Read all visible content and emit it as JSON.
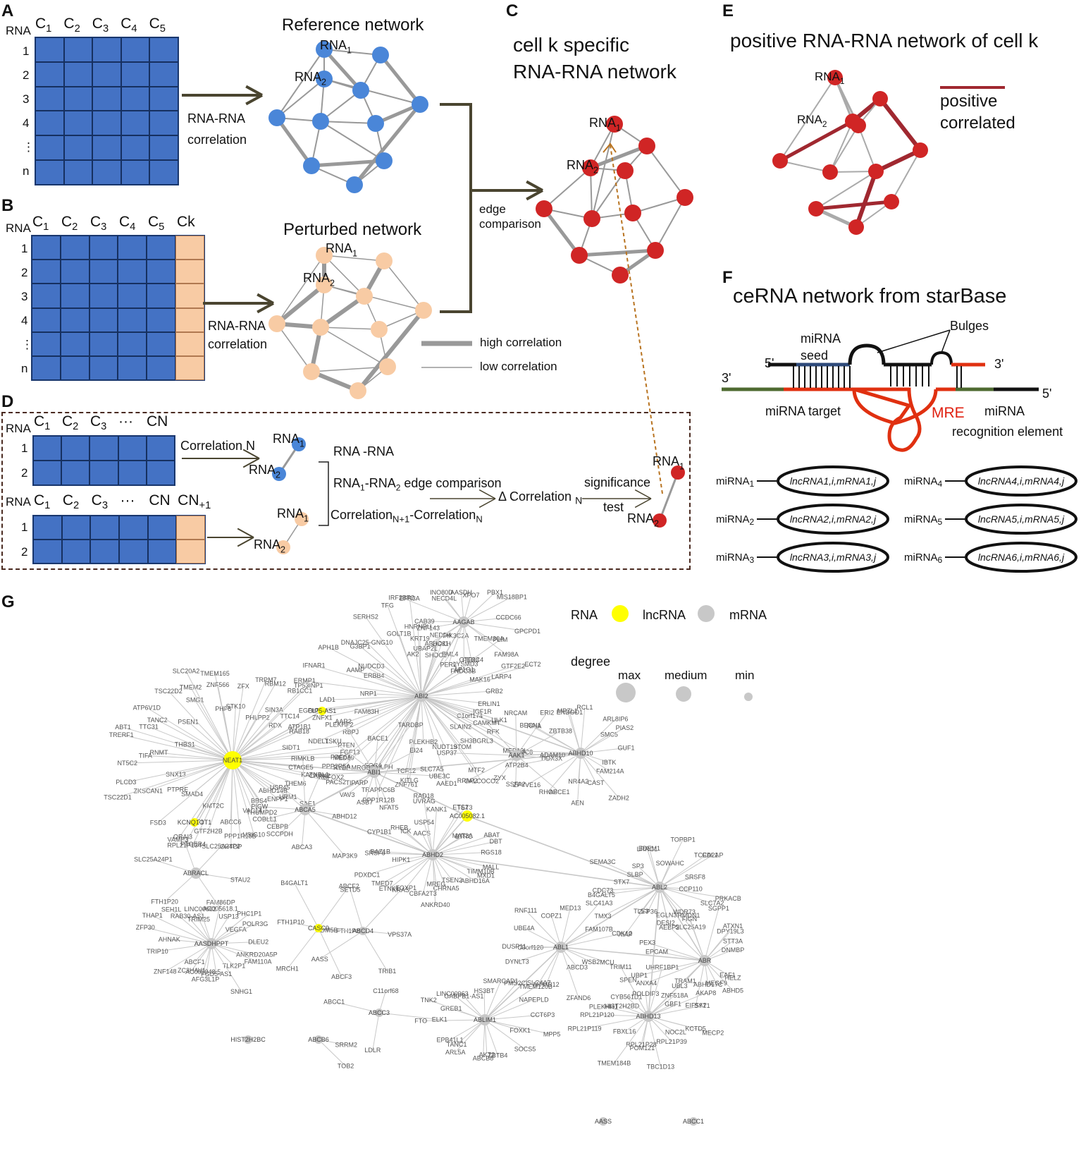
{
  "panels": {
    "A": {
      "label": "A",
      "row_header": "RNA",
      "cols": [
        "C1",
        "C2",
        "C3",
        "C4",
        "C5"
      ],
      "rows": [
        "1",
        "2",
        "3",
        "4",
        "⋮",
        "n"
      ],
      "arrow_label_1": "RNA-RNA",
      "arrow_label_2": "correlation",
      "network_title": "Reference network",
      "node1": "RNA1",
      "node2": "RNA2"
    },
    "B": {
      "label": "B",
      "row_header": "RNA",
      "cols": [
        "C1",
        "C2",
        "C3",
        "C4",
        "C5",
        "Ck"
      ],
      "rows": [
        "1",
        "2",
        "3",
        "4",
        "⋮",
        "n"
      ],
      "arrow_label_1": "RNA-RNA",
      "arrow_label_2": "correlation",
      "network_title": "Perturbed network",
      "node1": "RNA1",
      "node2": "RNA2",
      "legend_high": "high correlation",
      "legend_low": "low correlation"
    },
    "C": {
      "label": "C",
      "title_line1": "cell k specific",
      "title_line2": "RNA-RNA network",
      "edge_label_1": "edge",
      "edge_label_2": "comparison",
      "node1": "RNA1",
      "node2": "RNA2"
    },
    "D": {
      "label": "D",
      "row_header": "RNA",
      "cols_top": [
        "C1",
        "C2",
        "C3",
        "···",
        "CN"
      ],
      "cols_bottom": [
        "C1",
        "C2",
        "C3",
        "···",
        "CN",
        "CN+1"
      ],
      "rows": [
        "1",
        "2"
      ],
      "correlation_n": "Correlation N",
      "rna_rna": "RNA -RNA",
      "edge_comparison": "RNA1-RNA2 edge comparison",
      "corr_diff": "CorrelationN+1-CorrelationN",
      "delta": "Δ Correlation N",
      "significance": "significance",
      "test": "test",
      "node1": "RNA1",
      "node2": "RNA2"
    },
    "E": {
      "label": "E",
      "title": "positive RNA-RNA network of cell k",
      "legend_1": "positive",
      "legend_2": "correlated",
      "node1": "RNA1",
      "node2": "RNA2"
    },
    "F": {
      "label": "F",
      "title": "ceRNA network from starBase",
      "mirna": "miRNA",
      "seed": "seed",
      "bulges": "Bulges",
      "five_prime": "5'",
      "three_prime": "3'",
      "mirna_target": "miRNA target",
      "mre": "MRE",
      "mirna_recognition_1": "miRNA",
      "mirna_recognition_2": "recognition element",
      "pairs": [
        {
          "mirna": "miRNA1",
          "pair": "lncRNA1,i,mRNA1,j"
        },
        {
          "mirna": "miRNA2",
          "pair": "lncRNA2,i,mRNA2,j"
        },
        {
          "mirna": "miRNA3",
          "pair": "lncRNA3,i,mRNA3,j"
        },
        {
          "mirna": "miRNA4",
          "pair": "lncRNA4,i,mRNA4,j"
        },
        {
          "mirna": "miRNA5",
          "pair": "lncRNA5,i,mRNA5,j"
        },
        {
          "mirna": "miRNA6",
          "pair": "lncRNA6,i,mRNA6,j"
        }
      ]
    },
    "G": {
      "label": "G",
      "legend_rna": "RNA",
      "legend_lncrna": "lncRNA",
      "legend_mrna": "mRNA",
      "legend_degree": "degree",
      "legend_max": "max",
      "legend_medium": "medium",
      "legend_min": "min",
      "colors": {
        "lncrna": "#ffff00",
        "mrna": "#c8c8c8",
        "edge": "#c8c8c8"
      },
      "hubs": [
        {
          "name": "NEAT1",
          "type": "lncrna"
        },
        {
          "name": "ABI2",
          "type": "mrna"
        },
        {
          "name": "AAGAB",
          "type": "mrna"
        },
        {
          "name": "ABI1",
          "type": "mrna"
        },
        {
          "name": "ABCA5",
          "type": "mrna"
        },
        {
          "name": "AAK1",
          "type": "mrna"
        },
        {
          "name": "ABHD10",
          "type": "mrna"
        },
        {
          "name": "ABHD2",
          "type": "mrna"
        },
        {
          "name": "AC005082.1",
          "type": "lncrna"
        },
        {
          "name": "ABL2",
          "type": "mrna"
        },
        {
          "name": "ABR",
          "type": "mrna"
        },
        {
          "name": "ABL1",
          "type": "mrna"
        },
        {
          "name": "ABHD13",
          "type": "mrna"
        },
        {
          "name": "ABLIM1",
          "type": "mrna"
        },
        {
          "name": "AASDHPPT",
          "type": "mrna"
        },
        {
          "name": "ABRACL",
          "type": "mrna"
        },
        {
          "name": "OIP5-AS1",
          "type": "lncrna"
        },
        {
          "name": "KCNQ1OT1",
          "type": "lncrna"
        },
        {
          "name": "CASC9",
          "type": "lncrna"
        },
        {
          "name": "ABCD4",
          "type": "mrna"
        },
        {
          "name": "ABCC3",
          "type": "mrna"
        },
        {
          "name": "ABCB6",
          "type": "mrna"
        },
        {
          "name": "HIST2H2BC",
          "type": "mrna"
        },
        {
          "name": "AASS",
          "type": "mrna"
        },
        {
          "name": "ABCC1",
          "type": "mrna"
        }
      ],
      "labels": [
        "PACS2",
        "RBFOX2",
        "THEM6",
        "SAE1",
        "ABHD14B",
        "ENPP1",
        "URM1",
        "CEBPB",
        "BBS4",
        "THUMPD2",
        "VSIG10",
        "VAC14",
        "PPP1R15B",
        "ABCC6",
        "CHTOP",
        "GTF2H2B",
        "RPL21P134",
        "KMT2C",
        "PTGER4",
        "NF1",
        "VAMP3",
        "SMAD4",
        "PTPRE",
        "FSD3",
        "ZKSCAN1",
        "SNX13",
        "TSC22D1",
        "PLCD3",
        "TIFA",
        "RNMT",
        "NT5C2",
        "ABT1",
        "THBS1",
        "TRERF1",
        "TANC2",
        "TTC31",
        "PSEN1",
        "ATP6V1D",
        "TSC22D2",
        "SMG1",
        "TMEM2",
        "SLC20A2",
        "TMEM165",
        "ZNF566",
        "PHF8",
        "ZFX",
        "STK10",
        "TRPM7",
        "PHLPP2",
        "RBM12",
        "SIN3A",
        "RDX",
        "TP53INP1",
        "RB1CC1",
        "TTC14",
        "ATP1B1",
        "RAB18",
        "PTEN",
        "SIDT1",
        "FGF13",
        "CTAGE5",
        "PDE6A",
        "IGF1R",
        "C1orf174",
        "ULK1",
        "EMC8",
        "SH3BGRL3",
        "RFK",
        "STOM",
        "SLAIN2",
        "CALCOCO2",
        "MTF2",
        "NUDT19",
        "AAED1",
        "PLEKHB2",
        "ZNF761",
        "TCF12",
        "TRAPPC6B",
        "KITLG",
        "SOC4",
        "MLPH",
        "MRGBP",
        "MED19",
        "RYBP",
        "RBPJ",
        "NDEL1",
        "PLEKHF2",
        "EGFL7",
        "FAM83H",
        "ZNFX1",
        "LAD1",
        "ERMP1",
        "NRP1",
        "AAMP",
        "ERBB4",
        "IFNAR1",
        "NUDCD3",
        "APH1B",
        "G3BP1",
        "SERHS2",
        "DNAJC25-GNG10",
        "TFG",
        "GOLT1B",
        "KRT19",
        "HNRNPU",
        "EFR3A",
        "ABHD11",
        "DGKH",
        "SHOC2",
        "NEDD4",
        "EML4",
        "PIK3C2A",
        "LYSMD3",
        "PLIM",
        "PER3",
        "FNDC3B",
        "ECT2",
        "GTF2E2",
        "MAK16",
        "LARP4",
        "ERLIN1",
        "GRB2",
        "GPCPD1",
        "TMEM30A",
        "FAM98A",
        "GTF3C4",
        "AP1G1",
        "PER2",
        "UBAP2L",
        "AK2",
        "ZNF143",
        "CAB39",
        "IRF2BP2",
        "NECD4L",
        "INO80D",
        "AASDH",
        "XPO7",
        "PBX1",
        "MIS18BP1",
        "CCDC66",
        "UBE3C",
        "RAD18",
        "NFAT5",
        "PPP1R12B",
        "ASB7",
        "VAV3",
        "KATNBL1",
        "PPP2R5A",
        "TSKU",
        "AAR2",
        "BACE1",
        "TARDBP",
        "EI24",
        "SLC7A5",
        "ABHD12",
        "MAP3K9",
        "ABCA3",
        "SCCPDH",
        "COBLL1",
        "PIGW",
        "USP45",
        "RIMKLB",
        "CAPN2",
        "TIPARP",
        "DDX3X",
        "ABCE1",
        "SSFA2",
        "ZYX",
        "RPAP2",
        "USP37",
        "CAMKMT",
        "NRCAM",
        "ERI2",
        "ZBTB38",
        "IBTK",
        "FAM214A",
        "ZADH2",
        "CAST",
        "AEN",
        "NR4A2",
        "RHOF",
        "ZFYVE16",
        "ATP2B4",
        "ADAM10",
        "MED13L",
        "BECN1",
        "RPIA",
        "MPZL1",
        "ENDOD1",
        "RCL1",
        "ARL8IP6",
        "SMC5",
        "PIAS2",
        "GUF1",
        "MALL",
        "TIMM10B",
        "MXD1",
        "ABHD16A",
        "TSEN2",
        "CHRNA5",
        "MREG",
        "ANKRD40",
        "CBFA2T3",
        "FOXP1",
        "ETNK1",
        "TMED7",
        "PDXDC1",
        "HIPK1",
        "SRSF6",
        "BAZ1B",
        "CYP1B1",
        "RHEB",
        "ICK",
        "AACS",
        "UVRAG",
        "USP54",
        "KANK1",
        "TET3",
        "ETS2",
        "MAT2A",
        "BTRC",
        "DBT",
        "ABAT",
        "RGS18",
        "PRKACB",
        "SLC7A2",
        "WDR73",
        "SLC25A19",
        "AEBP2",
        "EGLN3",
        "ZFP36",
        "TLE3",
        "XIAP",
        "TMX3",
        "B4GALT5",
        "CDC73",
        "STX7",
        "SEMA3C",
        "SLBP",
        "SP3",
        "LRRC1",
        "EDEM1",
        "SOWAHC",
        "TOPBP1",
        "TCEAL1",
        "CD2AP",
        "SRSF8",
        "CCP110",
        "HELZ",
        "ABHD5",
        "EAF1",
        "MEGF9",
        "ABHD17C",
        "EIF5A2",
        "TRAM1",
        "UBL3",
        "ANXA4",
        "UBP1",
        "EPCAM",
        "PEX3",
        "DESI2",
        "FIGN",
        "RMDN1",
        "SGPP1",
        "DPY19L3",
        "ATXN1",
        "STT3A",
        "DNMBP",
        "MCU",
        "WSB2",
        "ABCD3",
        "ZFAND6",
        "MTMR12",
        "SLC4A7",
        "DYNLT3",
        "C8orf120",
        "DUSP11",
        "UBE4A",
        "RNF111",
        "COPZ1",
        "MED13",
        "SLC41A3",
        "FAM107B",
        "CDK12",
        "MECP2",
        "KCTD5",
        "NOC2L",
        "RPL21P39",
        "TBC1D13",
        "POM121",
        "RPL21P28",
        "TMEM184B",
        "FBXL16",
        "RPL21P119",
        "RPL21P120",
        "PLEKHH1",
        "HIST2H2BD",
        "CYB561D1",
        "TRIM11",
        "SPEN",
        "POLDIP3",
        "UHRF1BP1",
        "ZNF518A",
        "AKAP8",
        "GBF1",
        "SYT1",
        "MPP5",
        "FOXK1",
        "SOCS5",
        "ZBTB4",
        "AKT2",
        "ABCB8",
        "ARL5A",
        "TANC1",
        "EPB41L1",
        "FTO",
        "GREB1",
        "TNK2",
        "LINC00963",
        "GABPB1-AS1",
        "HS3BT",
        "SMARCAD1",
        "PMS2CL",
        "TMEM120B",
        "NAPEPLD",
        "CCT6P3",
        "ANKRD20A5P",
        "FAM110A",
        "TLK2P1",
        "SNHG1",
        "FGD5-AS1",
        "AFG3L1P",
        "AC009948.5",
        "ABCF1",
        "ZC3HAV1",
        "ZNF148",
        "TRIP10",
        "AHNAK",
        "ZFP30",
        "THAP1",
        "SEH1L",
        "RAB30-AS1",
        "TRIM25",
        "LINC00662",
        "FAM86DP",
        "USP13",
        "PHC1P1",
        "VEGFA",
        "POLR3G",
        "DLEU2",
        "STAU2",
        "AC005618.1",
        "FTH1P20",
        "SLC25A24P1",
        "ORAI3",
        "SLC25A24P2",
        "FTH1P8",
        "ABCF3",
        "MRCH1",
        "FTH1P10",
        "B4GALT1",
        "ABCF2",
        "VPS37A",
        "TRIB1",
        "AASS",
        "KDM5B",
        "SETD5",
        "KRAS",
        "ELK1",
        "LDLR",
        "ABCC1",
        "C11orf68",
        "SRRM2",
        "TOB2"
      ]
    }
  }
}
